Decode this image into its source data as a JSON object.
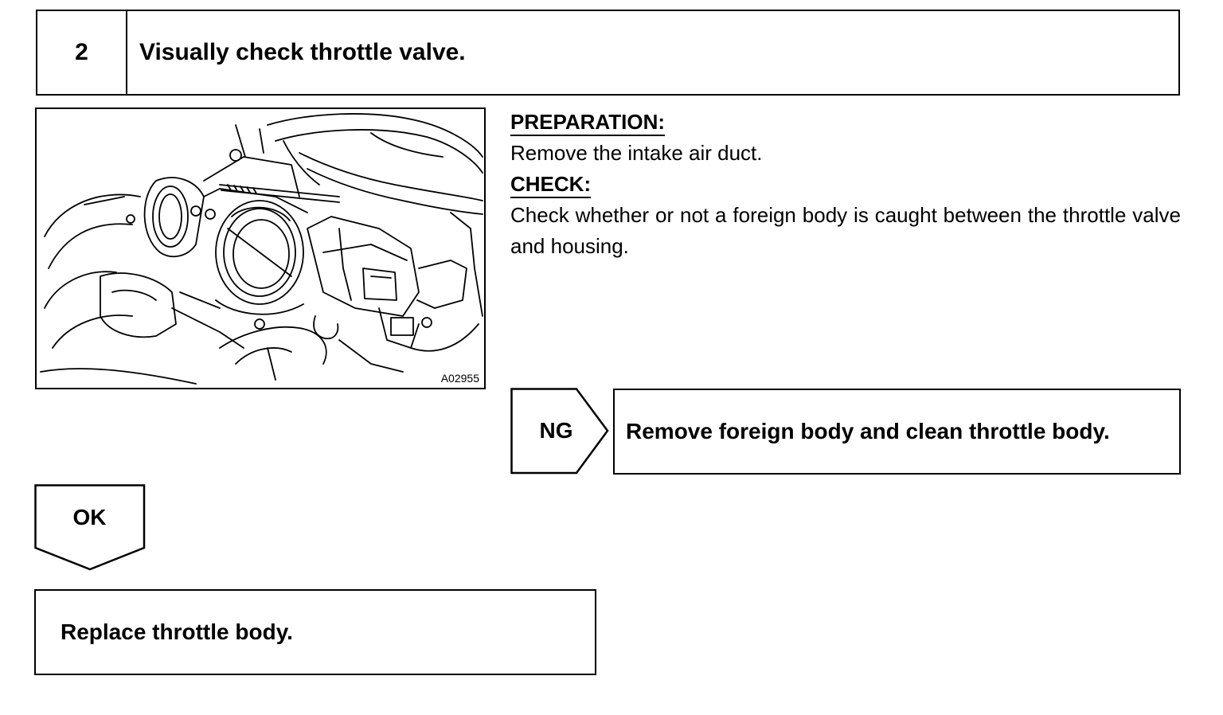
{
  "step": {
    "number": "2",
    "title": "Visually check throttle valve."
  },
  "illustration": {
    "figure_code": "A02955"
  },
  "instructions": {
    "preparation_heading": "PREPARATION:",
    "preparation_text": "Remove the intake air duct.",
    "check_heading": "CHECK:",
    "check_text": "Check whether or not a foreign body is caught between the throttle valve and housing."
  },
  "ng_branch": {
    "label": "NG",
    "result": "Remove foreign body and clean throttle body."
  },
  "ok_branch": {
    "label": "OK",
    "result": "Replace throttle body."
  }
}
